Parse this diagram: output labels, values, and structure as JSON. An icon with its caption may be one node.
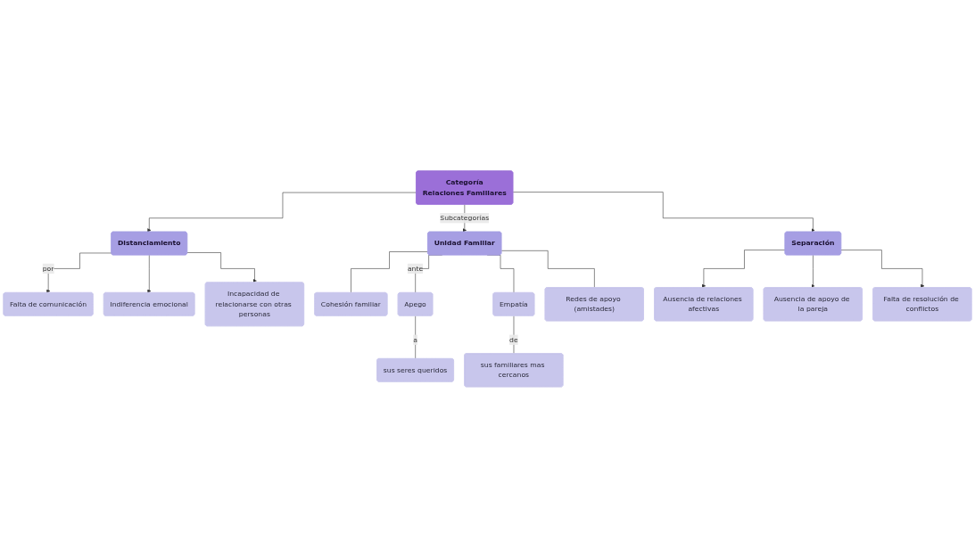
{
  "diagram": {
    "nodes": [
      {
        "text": [
          "Categoría",
          "Relaciones Familiares"
        ]
      },
      {
        "text": [
          "Distanciamiento"
        ]
      },
      {
        "text": [
          "Unidad Familiar"
        ]
      },
      {
        "text": [
          "Separación"
        ]
      },
      {
        "text": [
          "Falta de comunicación"
        ]
      },
      {
        "text": [
          "Indiferencia emocional"
        ]
      },
      {
        "text": [
          "Incapacidad de relacionarse con otras personas"
        ]
      },
      {
        "text": [
          "Cohesión familiar"
        ]
      },
      {
        "text": [
          "Apego"
        ]
      },
      {
        "text": [
          "sus seres queridos"
        ]
      },
      {
        "text": [
          "Empatía"
        ]
      },
      {
        "text": [
          "sus familiares mas cercanos"
        ]
      },
      {
        "text": [
          "Redes de apoyo (amistades)"
        ]
      },
      {
        "text": [
          "Ausencia de relaciones afectivas"
        ]
      },
      {
        "text": [
          "Ausencia de apoyo de la pareja"
        ]
      },
      {
        "text": [
          "Falta de resolución de conflictos"
        ]
      }
    ],
    "edges": [
      {
        "from": 0,
        "to": 1,
        "arrow": "to"
      },
      {
        "from": 0,
        "to": 2,
        "arrow": "to",
        "label": "Subcategorías"
      },
      {
        "from": 0,
        "to": 3,
        "arrow": "to"
      },
      {
        "from": 1,
        "to": 4,
        "arrow": "to",
        "label": "por"
      },
      {
        "from": 1,
        "to": 5,
        "arrow": "to"
      },
      {
        "from": 1,
        "to": 6,
        "arrow": "to"
      },
      {
        "from": 2,
        "to": 7,
        "arrow": "none"
      },
      {
        "from": 2,
        "to": 8,
        "arrow": "none",
        "label": "ante"
      },
      {
        "from": 2,
        "to": 10,
        "arrow": "none"
      },
      {
        "from": 2,
        "to": 12,
        "arrow": "none"
      },
      {
        "from": 8,
        "to": 9,
        "arrow": "none",
        "label": "a"
      },
      {
        "from": 10,
        "to": 11,
        "arrow": "none",
        "label": "de"
      },
      {
        "from": 3,
        "to": 13,
        "arrow": "to"
      },
      {
        "from": 3,
        "to": 14,
        "arrow": "to"
      },
      {
        "from": 3,
        "to": 15,
        "arrow": "to"
      }
    ]
  }
}
